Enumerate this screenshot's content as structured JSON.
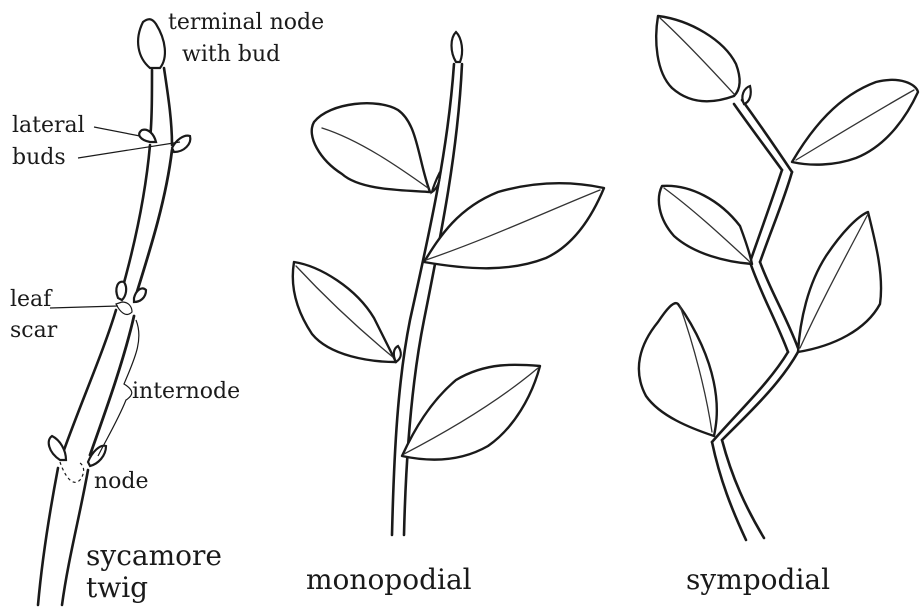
{
  "labels": {
    "terminal_node": "terminal node",
    "with_bud": "with bud",
    "lateral": "lateral",
    "buds": "buds",
    "leaf": "leaf",
    "scar": "scar",
    "internode": "internode",
    "node": "node",
    "sycamore": "sycamore",
    "twig": "twig"
  },
  "captions": {
    "monopodial": "monopodial",
    "sympodial": "sympodial"
  }
}
